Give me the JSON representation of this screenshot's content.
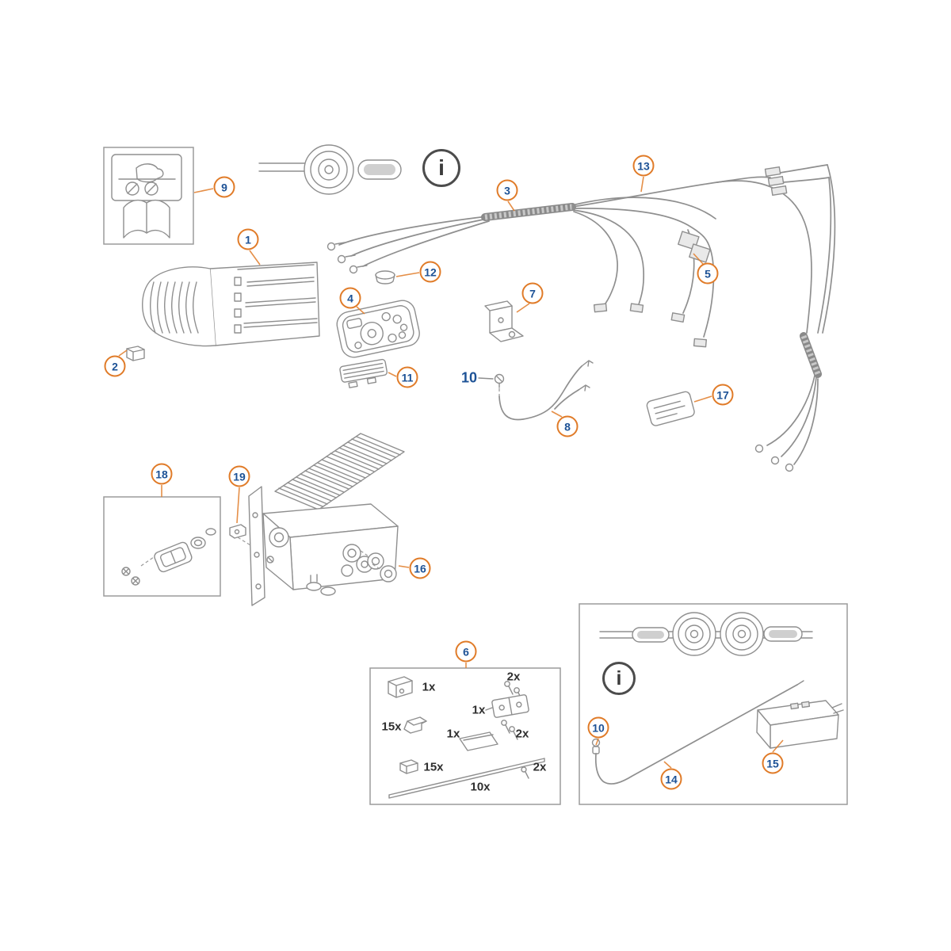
{
  "diagram": {
    "type": "exploded-parts-diagram",
    "background_color": "#ffffff",
    "accent_color": "#E07B28",
    "number_color": "#1D5296",
    "line_color": "#8F8F8F",
    "info_glyph": "i",
    "callouts": [
      {
        "label": "1"
      },
      {
        "label": "2"
      },
      {
        "label": "3"
      },
      {
        "label": "4"
      },
      {
        "label": "5"
      },
      {
        "label": "6"
      },
      {
        "label": "7"
      },
      {
        "label": "8"
      },
      {
        "label": "9"
      },
      {
        "label": "10"
      },
      {
        "label": "11"
      },
      {
        "label": "12"
      },
      {
        "label": "13"
      },
      {
        "label": "14"
      },
      {
        "label": "15"
      },
      {
        "label": "16"
      },
      {
        "label": "17"
      },
      {
        "label": "18"
      },
      {
        "label": "19"
      }
    ],
    "plain_labels": [
      {
        "text": "10"
      }
    ],
    "hardware_box": {
      "quantities": [
        {
          "text": "1x"
        },
        {
          "text": "2x"
        },
        {
          "text": "1x"
        },
        {
          "text": "2x"
        },
        {
          "text": "15x"
        },
        {
          "text": "1x"
        },
        {
          "text": "15x"
        },
        {
          "text": "2x"
        },
        {
          "text": "10x"
        }
      ]
    }
  }
}
